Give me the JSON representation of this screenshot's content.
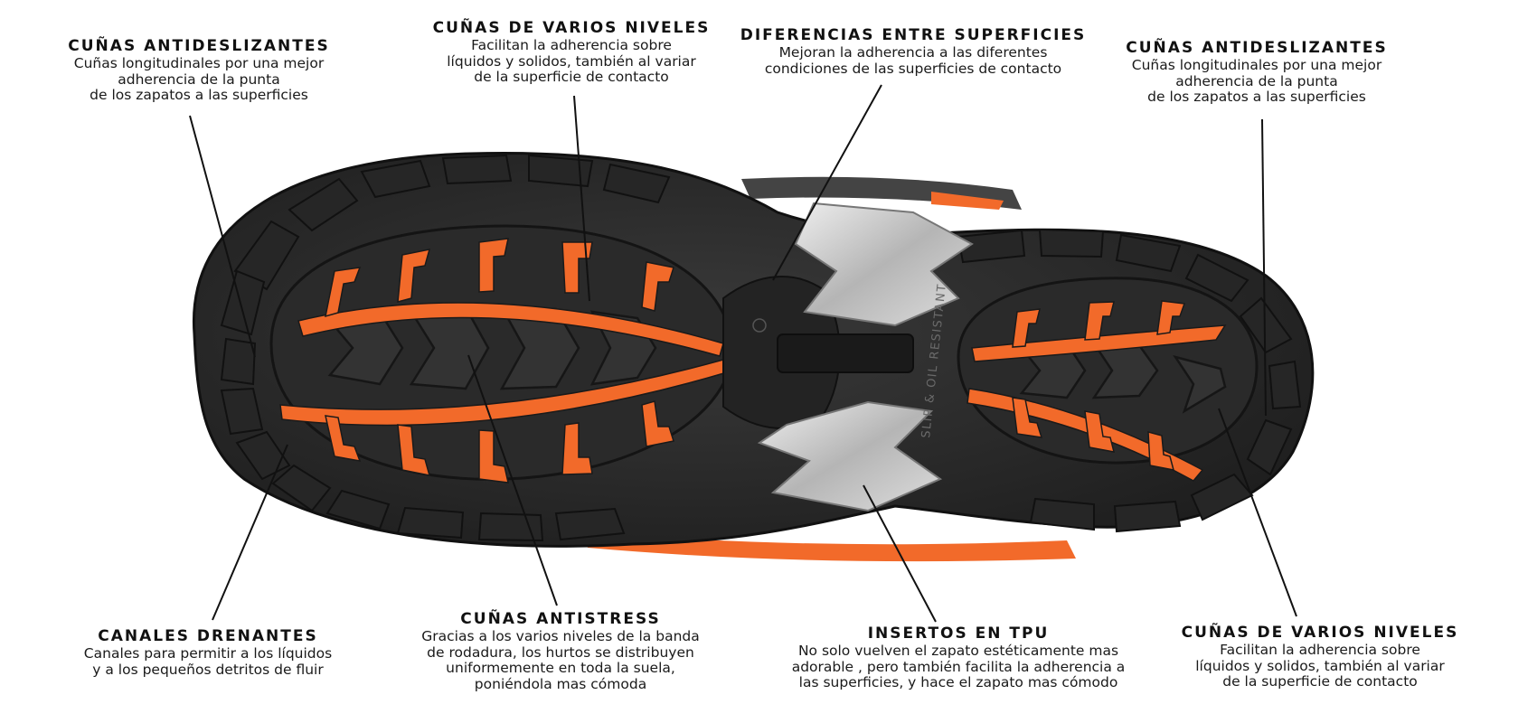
{
  "callouts": [
    {
      "id": "top-left",
      "title": "CUÑAS ANTIDESLIZANTES",
      "description": "Cuñas longitudinales por una mejor\nadherencia de la punta\nde los zapatos a las superficies"
    },
    {
      "id": "top-center-left",
      "title": "CUÑAS DE VARIOS NIVELES",
      "description": "Facilitan la adherencia sobre\nlíquidos y solidos, también al variar\nde la superficie de contacto"
    },
    {
      "id": "top-center-right",
      "title": "DIFERENCIAS ENTRE SUPERFICIES",
      "description": "Mejoran la adherencia a las diferentes\ncondiciones de las superficies de contacto"
    },
    {
      "id": "top-right",
      "title": "CUÑAS ANTIDESLIZANTES",
      "description": "Cuñas longitudinales por una mejor\nadherencia de la punta\nde los zapatos a las superficies"
    },
    {
      "id": "bottom-left",
      "title": "CANALES DRENANTES",
      "description": "Canales para permitir a los líquidos\ny a los pequeños detritos de fluir"
    },
    {
      "id": "bottom-center-left",
      "title": "CUÑAS ANTISTRESS",
      "description": "Gracias a los varios niveles de la banda\nde rodadura, los hurtos se distribuyen\nuniformemente en toda la suela,\nponiéndola mas cómoda"
    },
    {
      "id": "bottom-center-right",
      "title": "INSERTOS EN TPU",
      "description": "No solo vuelven el zapato estéticamente mas\nadorable , pero también facilita la adherencia a\nlas superficies, y hace el zapato mas cómodo"
    },
    {
      "id": "bottom-right",
      "title": "CUÑAS DE VARIOS NIVELES",
      "description": "Facilitan la adherencia sobre\nlíquidos y solidos, también al variar\nde la superficie de contacto"
    }
  ],
  "sole_imprint": "SLIP & OIL RESISTANT",
  "colors": {
    "rubber_dark": "#2b2b2b",
    "rubber_black": "#1c1c1c",
    "accent_orange": "#f26a2a",
    "tpu_silver": "#c9c9c9",
    "leader_line": "#111111"
  }
}
